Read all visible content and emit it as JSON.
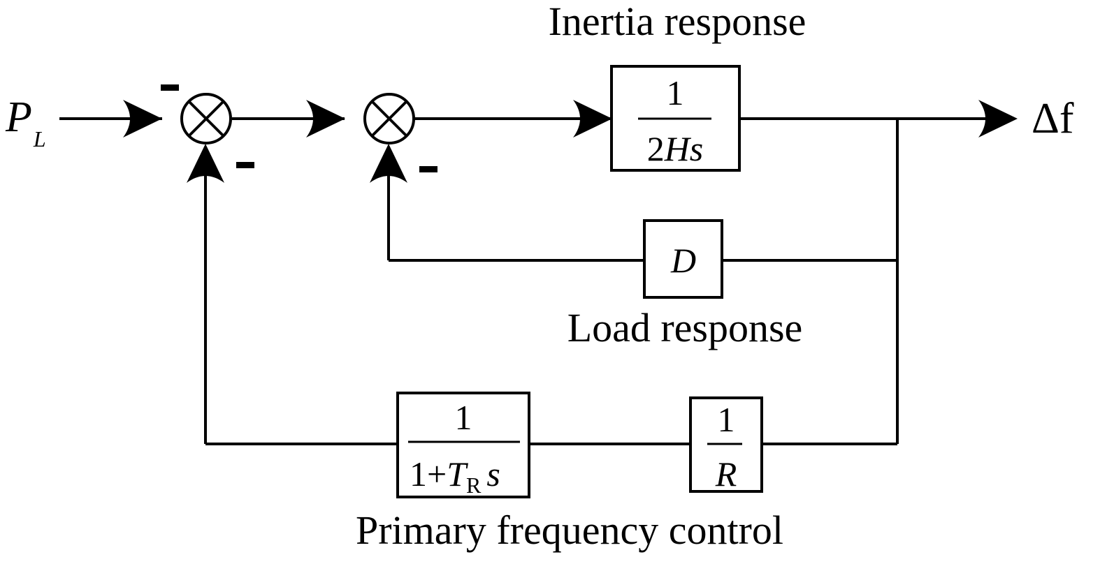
{
  "labels": {
    "inertia_response": "Inertia response",
    "load_response": "Load response",
    "primary_frequency_control": "Primary frequency control"
  },
  "signals": {
    "input": {
      "symbol": "P",
      "subscript": "L"
    },
    "output": "Δf"
  },
  "blocks": {
    "inertia": {
      "numerator": "1",
      "denominator_coef": "2",
      "denominator_var": "Hs"
    },
    "damping": {
      "text": "D"
    },
    "governor": {
      "numerator": "1",
      "den_prefix": "1+",
      "den_var": "T",
      "den_sub": "R",
      "den_suffix": "s"
    },
    "droop": {
      "numerator": "1",
      "denominator": "R"
    }
  },
  "summing_junctions": {
    "first": {
      "sign_top": "-",
      "sign_bottom": "-"
    },
    "second": {
      "sign_bottom": "-"
    }
  }
}
